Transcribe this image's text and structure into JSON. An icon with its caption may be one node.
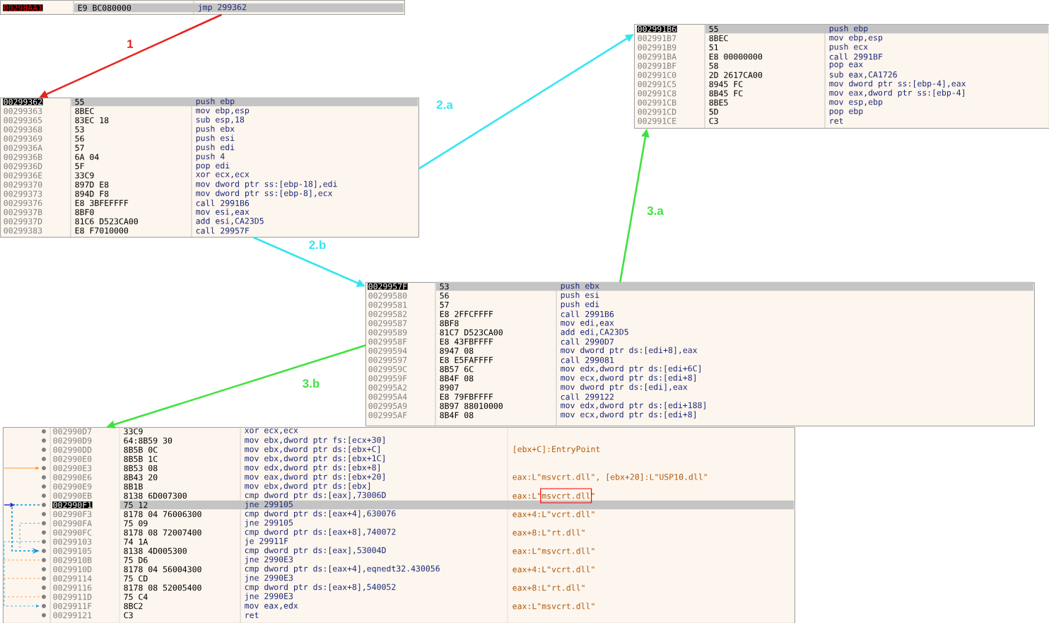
{
  "diagram": {
    "nodes": [
      {
        "text": [
          "00298AA1",
          "E9 BC080000",
          "jmp 299362"
        ]
      },
      {
        "text": [
          "00299362",
          "55",
          "push ebp",
          "00299363",
          "8BEC",
          "mov ebp,esp",
          "00299365",
          "83EC 18",
          "sub esp,18",
          "00299368",
          "53",
          "push ebx",
          "00299369",
          "56",
          "push esi",
          "0029936A",
          "57",
          "push edi",
          "0029936B",
          "6A 04",
          "push 4",
          "0029936D",
          "5F",
          "pop edi",
          "0029936E",
          "33C9",
          "xor ecx,ecx",
          "00299370",
          "897D E8",
          "mov dword ptr ss:[ebp-18],edi",
          "00299373",
          "894D F8",
          "mov dword ptr ss:[ebp-8],ecx",
          "00299376",
          "E8 3BFEFFFF",
          "call 2991B6",
          "0029937B",
          "8BF0",
          "mov esi,eax",
          "0029937D",
          "81C6 D523CA00",
          "add esi,CA23D5",
          "00299383",
          "E8 F7010000",
          "call 29957F"
        ]
      },
      {
        "text": [
          "002991B6",
          "55",
          "push ebp",
          "002991B7",
          "8BEC",
          "mov ebp,esp",
          "002991B9",
          "51",
          "push ecx",
          "002991BA",
          "E8 00000000",
          "call 2991BF",
          "002991BF",
          "58",
          "pop eax",
          "002991C0",
          "2D 2617CA00",
          "sub eax,CA1726",
          "002991C5",
          "8945 FC",
          "mov dword ptr ss:[ebp-4],eax",
          "002991C8",
          "8B45 FC",
          "mov eax,dword ptr ss:[ebp-4]",
          "002991CB",
          "8BE5",
          "mov esp,ebp",
          "002991CD",
          "5D",
          "pop ebp",
          "002991CE",
          "C3",
          "ret"
        ]
      },
      {
        "text": [
          "0029957F",
          "53",
          "push ebx",
          "00299580",
          "56",
          "push esi",
          "00299581",
          "57",
          "push edi",
          "00299582",
          "E8 2FFCFFFF",
          "call 2991B6",
          "00299587",
          "8BF8",
          "mov edi,eax",
          "00299589",
          "81C7 D523CA00",
          "add edi,CA23D5",
          "0029958F",
          "E8 43FBFFFF",
          "call 2990D7",
          "00299594",
          "8947 08",
          "mov dword ptr ds:[edi+8],eax",
          "00299597",
          "E8 E5FAFFFF",
          "call 299081",
          "0029959C",
          "8B57 6C",
          "mov edx,dword ptr ds:[edi+6C]",
          "0029959F",
          "8B4F 08",
          "mov ecx,dword ptr ds:[edi+8]",
          "002995A2",
          "8907",
          "mov dword ptr ds:[edi],eax",
          "002995A4",
          "E8 79FBFFFF",
          "call 299122",
          "002995A9",
          "8B97 88010000",
          "mov edx,dword ptr ds:[edi+188]",
          "002995AF",
          "8B4F 08",
          "mov ecx,dword ptr ds:[edi+8]"
        ]
      },
      {
        "text": [
          "002990D7",
          "33C9",
          "xor ecx,ecx",
          "002990D9",
          "64:8B59 30",
          "mov ebx,dword ptr fs:[ecx+30]",
          "002990DD",
          "8B5B 0C",
          "mov ebx,dword ptr ds:[ebx+C]",
          "002990E0",
          "8B5B 1C",
          "mov ebx,dword ptr ds:[ebx+1C]",
          "002990E3",
          "8B53 08",
          "mov edx,dword ptr ds:[ebx+8]",
          "002990E6",
          "8B43 20",
          "mov eax,dword ptr ds:[ebx+20]",
          "002990E9",
          "8B1B",
          "mov ebx,dword ptr ds:[ebx]",
          "002990EB",
          "8138 6D007300",
          "cmp dword ptr ds:[eax],73006D",
          "002990F1",
          "75 12",
          "jne 299105",
          "002990F3",
          "8178 04 76006300",
          "cmp dword ptr ds:[eax+4],630076",
          "002990FA",
          "75 09",
          "jne 299105",
          "002990FC",
          "8178 08 72007400",
          "cmp dword ptr ds:[eax+8],740072",
          "00299103",
          "74 1A",
          "je 29911F",
          "00299105",
          "8138 4D005300",
          "cmp dword ptr ds:[eax],53004D",
          "0029910B",
          "75 D6",
          "jne 2990E3",
          "0029910D",
          "8178 04 56004300",
          "cmp dword ptr ds:[eax+4],eqnedt32.430056",
          "00299114",
          "75 CD",
          "jne 2990E3",
          "00299116",
          "8178 08 52005400",
          "cmp dword ptr ds:[eax+8],540052",
          "0029911D",
          "75 C4",
          "jne 2990E3",
          "0029911F",
          "8BC2",
          "mov eax,edx",
          "00299121",
          "C3",
          "ret",
          "[ebx+C]:EntryPoint",
          "eax:L\"msvcrt.dll\", [ebx+20]:L\"USP10.dll\"",
          "eax:L\"msvcrt.dll\"",
          "eax+4:L\"vcrt.dll\"",
          "eax+8:L\"rt.dll\"",
          "eax:L\"msvcrt.dll\"",
          "eax+4:L\"vcrt.dll\"",
          "eax+8:L\"rt.dll\"",
          "eax:L\"msvcrt.dll\""
        ]
      }
    ],
    "edges": [
      {
        "from": 0,
        "to": 1,
        "arrow": "to",
        "label": "1",
        "color": "#e8231f"
      },
      {
        "from": 1,
        "to": 2,
        "arrow": "to",
        "label": "2.a",
        "color": "#33e6f0"
      },
      {
        "from": 1,
        "to": 3,
        "arrow": "to",
        "label": "2.b",
        "color": "#33e6f0"
      },
      {
        "from": 3,
        "to": 2,
        "arrow": "to",
        "label": "3.a",
        "color": "#3ee23e"
      },
      {
        "from": 3,
        "to": 4,
        "arrow": "to",
        "label": "3.b",
        "color": "#3ee23e"
      }
    ]
  }
}
